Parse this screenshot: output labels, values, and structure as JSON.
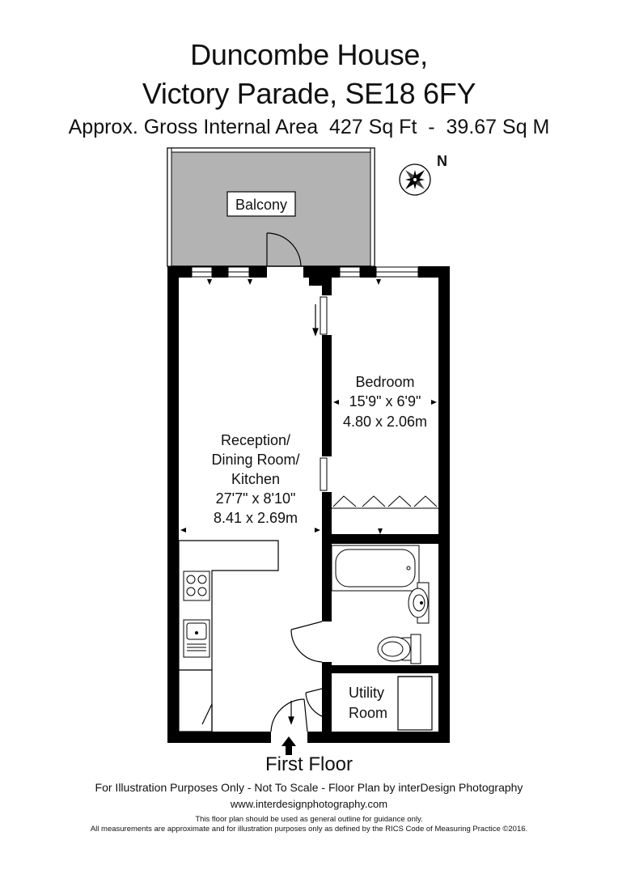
{
  "header": {
    "title_line1": "Duncombe House,",
    "title_line2": "Victory Parade, SE18 6FY",
    "area_line": "Approx. Gross Internal Area  427 Sq Ft  -  39.67 Sq M"
  },
  "compass": {
    "label": "N"
  },
  "rooms": {
    "balcony": {
      "label": "Balcony"
    },
    "bedroom": {
      "name": "Bedroom",
      "imperial": "15'9\" x 6'9\"",
      "metric": "4.80 x 2.06m"
    },
    "reception": {
      "name_line1": "Reception/",
      "name_line2": "Dining Room/",
      "name_line3": "Kitchen",
      "imperial": "27'7\" x 8'10\"",
      "metric": "8.41 x 2.69m"
    },
    "utility": {
      "name_line1": "Utility",
      "name_line2": "Room"
    }
  },
  "footer": {
    "floor_label": "First Floor",
    "disclaimer": "For Illustration Purposes Only - Not To Scale - Floor Plan by interDesign Photography",
    "website": "www.interdesignphotography.com",
    "note_line1": "This floor plan should be used as general outline for guidance only.",
    "note_line2": "All measurements are approximate and for illustration purposes only as defined by the RICS Code of Measuring Practice ©2016."
  },
  "colors": {
    "wall": "#000000",
    "balcony_fill": "#b3b3b3",
    "background": "#ffffff"
  }
}
